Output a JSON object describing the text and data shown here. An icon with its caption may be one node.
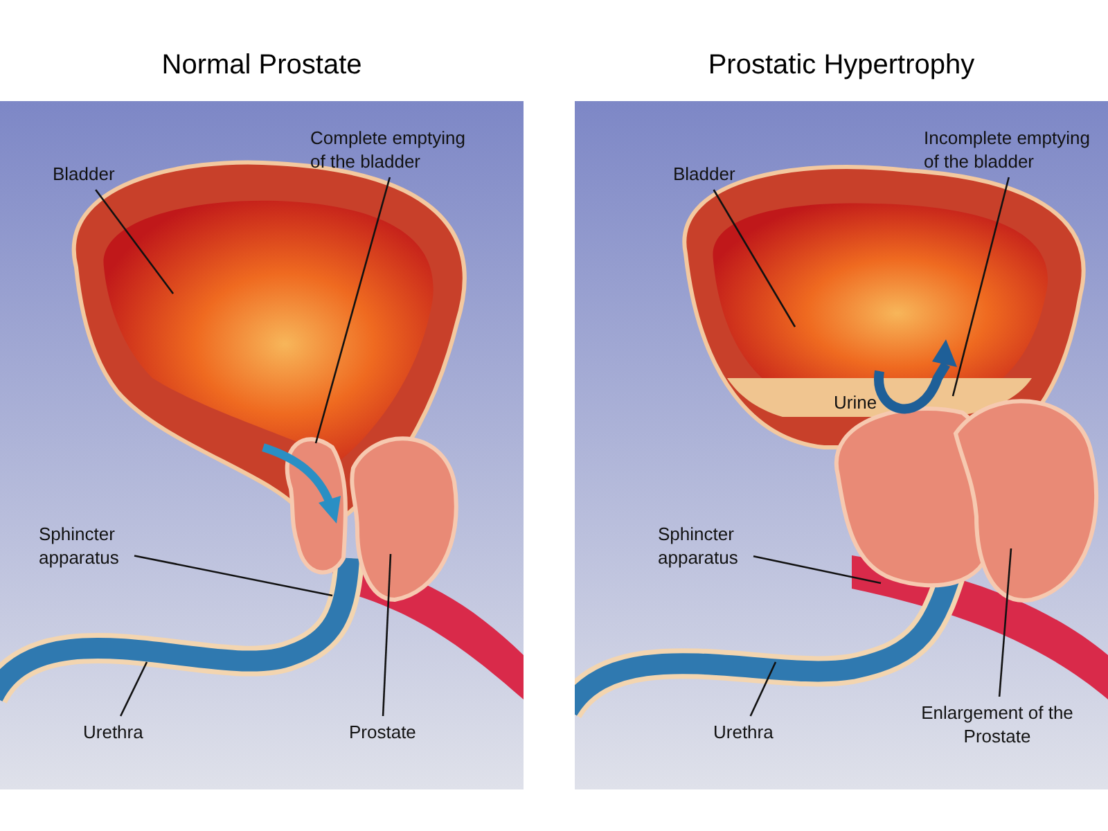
{
  "diagram": {
    "nodes": [
      {
        "text": [
          "Normal Prostate"
        ]
      },
      {
        "text": [
          "Bladder"
        ],
        "in": 0
      },
      {
        "text": [
          "Complete emptying of the bladder"
        ],
        "in": 0
      },
      {
        "text": [
          "Sphincter apparatus"
        ],
        "in": 0
      },
      {
        "text": [
          "Urethra"
        ],
        "in": 0
      },
      {
        "text": [
          "Prostate"
        ],
        "in": 0
      },
      {
        "text": [
          "Prostatic Hypertrophy"
        ]
      },
      {
        "text": [
          "Bladder"
        ],
        "in": 6
      },
      {
        "text": [
          "Incomplete emptying of the bladder"
        ],
        "in": 6
      },
      {
        "text": [
          "Urine"
        ],
        "in": 6
      },
      {
        "text": [
          "Sphincter apparatus"
        ],
        "in": 6
      },
      {
        "text": [
          "Urethra"
        ],
        "in": 6
      },
      {
        "text": [
          "Enlargement of the Prostate"
        ],
        "in": 6
      }
    ],
    "edges": [
      {
        "from": 1,
        "to": null,
        "arrow": "none"
      },
      {
        "from": 2,
        "to": null,
        "arrow": "none"
      },
      {
        "from": 3,
        "to": null,
        "arrow": "none"
      },
      {
        "from": 4,
        "to": null,
        "arrow": "none"
      },
      {
        "from": 5,
        "to": null,
        "arrow": "none"
      },
      {
        "from": 7,
        "to": null,
        "arrow": "none"
      },
      {
        "from": 8,
        "to": null,
        "arrow": "none"
      },
      {
        "from": 10,
        "to": null,
        "arrow": "none"
      },
      {
        "from": 11,
        "to": null,
        "arrow": "none"
      },
      {
        "from": 12,
        "to": null,
        "arrow": "none"
      }
    ]
  }
}
